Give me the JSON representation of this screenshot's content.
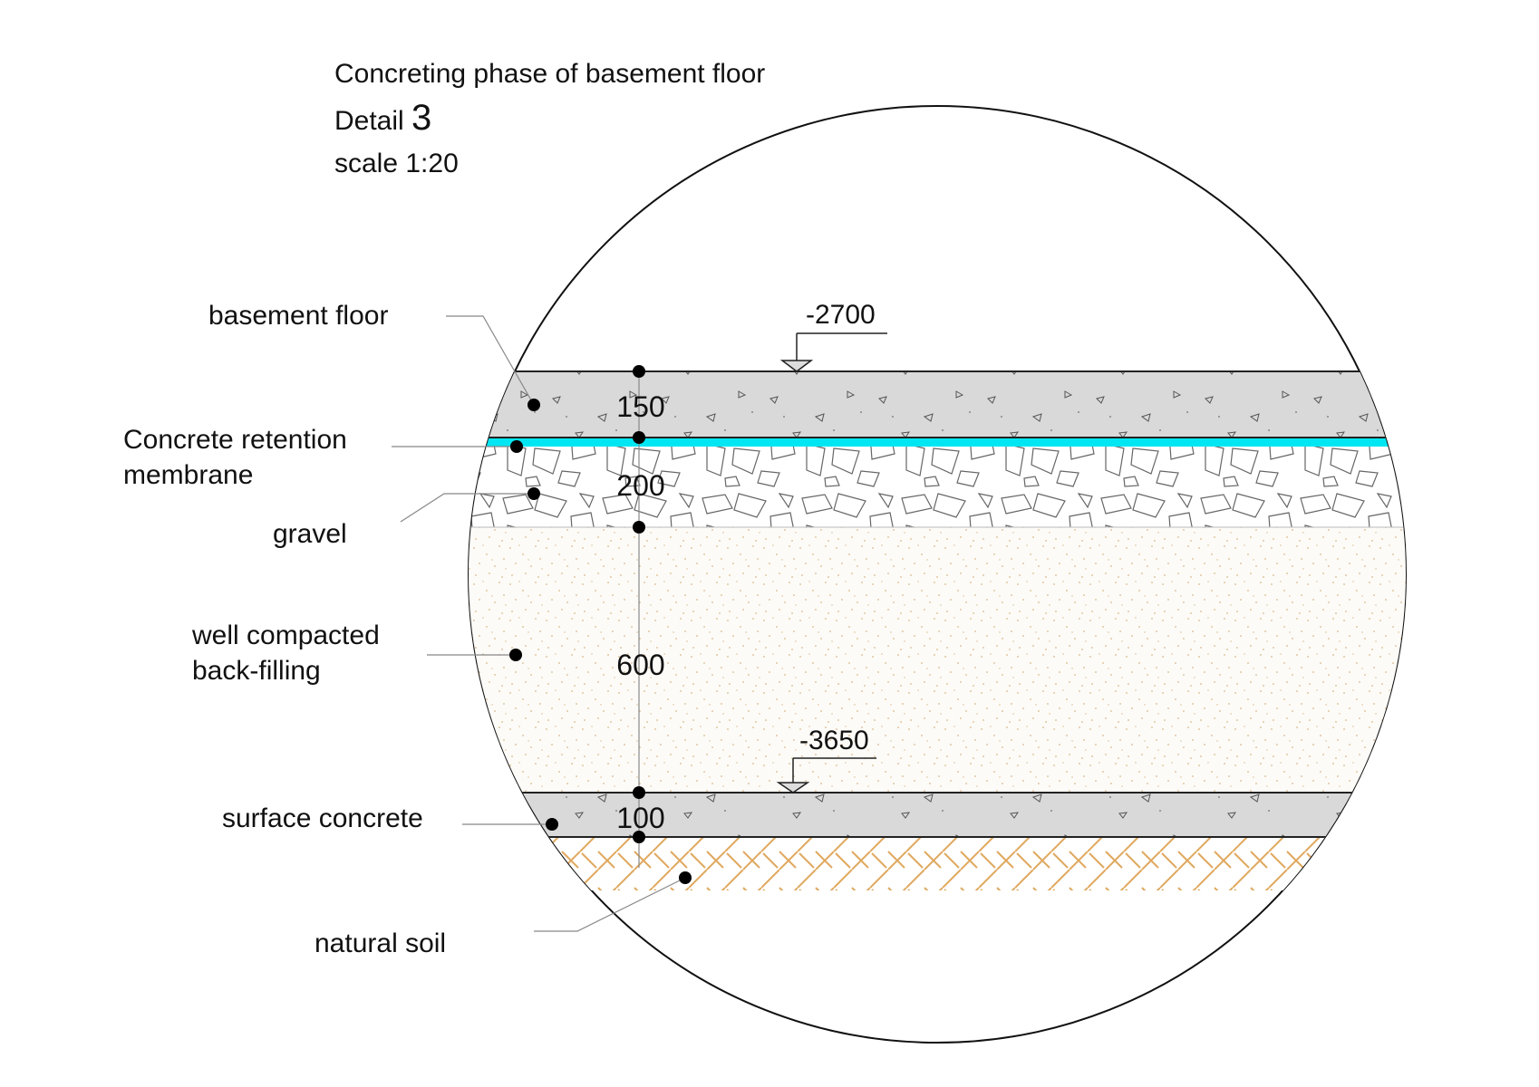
{
  "title": {
    "line1": "Concreting phase of basement floor",
    "detail_label": "Detail",
    "detail_number": "3",
    "scale": "scale 1:20"
  },
  "labels": {
    "basement_floor": "basement floor",
    "membrane_line1": "Concrete retention",
    "membrane_line2": "membrane",
    "gravel": "gravel",
    "backfill_line1": "well compacted",
    "backfill_line2": "back-filling",
    "surface_concrete": "surface concrete",
    "natural_soil": "natural soil"
  },
  "dimensions": [
    "150",
    "200",
    "600",
    "100"
  ],
  "levels": {
    "top": "-2700",
    "bottom": "-3650"
  },
  "colors": {
    "concrete": "#d9d9d9",
    "membrane": "#00e6f2",
    "backfill_dots": "#d8b88c",
    "soil_hatch": "#e0a960"
  }
}
